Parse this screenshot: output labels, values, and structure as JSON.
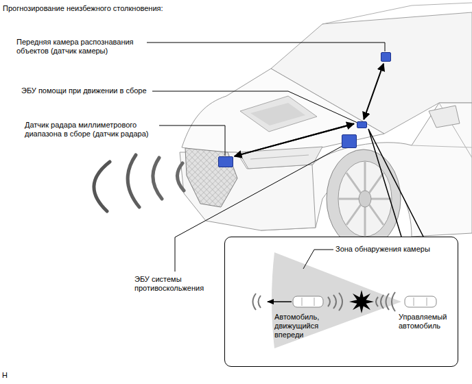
{
  "diagram": {
    "title": "Прогнозирование неизбежного столкновения:",
    "nodes": [
      {
        "text": [
          "Передняя камера распознавания объектов (датчик камеры)"
        ]
      },
      {
        "text": [
          "ЭБУ помощи при движении в сборе"
        ]
      },
      {
        "text": [
          "Датчик радара миллиметрового диапазона в сборе (датчик радара)"
        ]
      },
      {
        "text": [
          "ЭБУ системы противоскольжения"
        ]
      },
      {
        "text": [
          "Зона обнаружения камеры",
          "Автомобиль, движущийся впереди",
          "Управляемый автомобиль"
        ]
      }
    ],
    "edges": [
      {
        "from": 0,
        "to": 1,
        "arrow": "both"
      },
      {
        "from": 2,
        "to": 1,
        "arrow": "to"
      },
      {
        "from": 1,
        "to": 2,
        "arrow": "to"
      }
    ],
    "labels": [
      "H"
    ]
  }
}
